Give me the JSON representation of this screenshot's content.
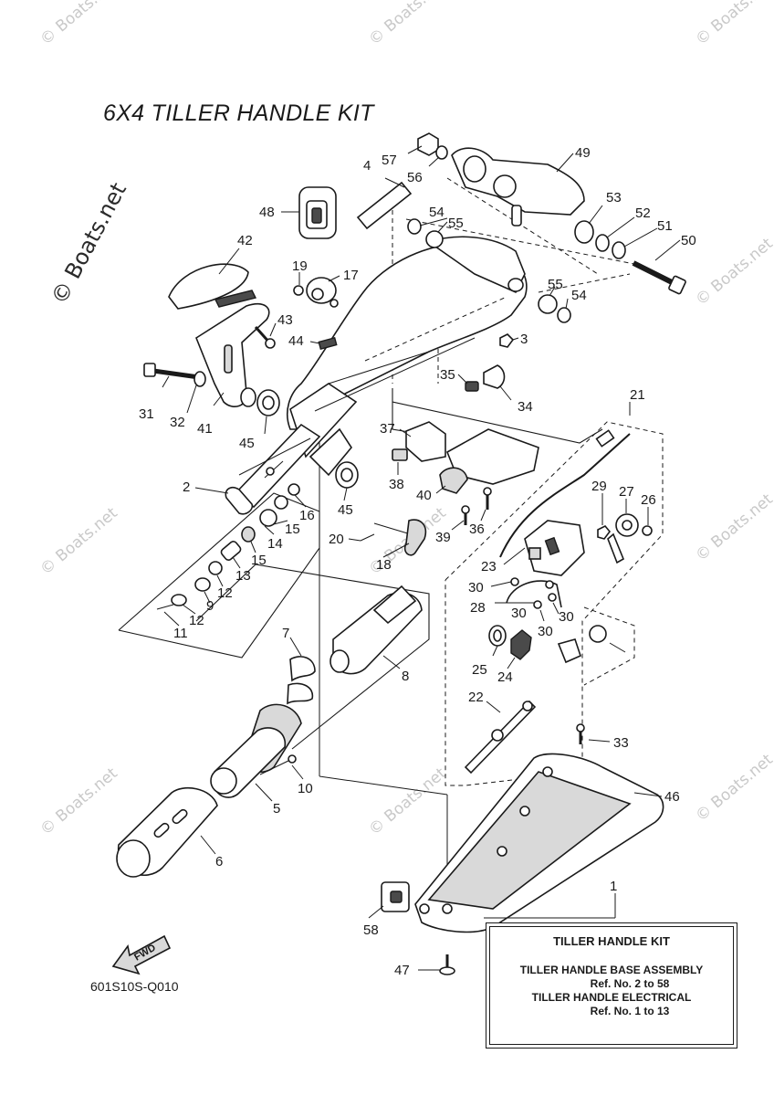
{
  "diagram": {
    "title": "6X4 TILLER HANDLE KIT",
    "code": "601S10S-Q010",
    "watermark": "© Boats.net",
    "fwd_label": "FWD"
  },
  "kit_box": {
    "title": "TILLER HANDLE KIT",
    "base_assembly_title": "TILLER HANDLE BASE ASSEMBLY",
    "base_assembly_ref": "Ref. No. 2 to 58",
    "electrical_title": "TILLER HANDLE ELECTRICAL",
    "electrical_ref": "Ref. No. 1 to 13"
  },
  "callouts": [
    "1",
    "2",
    "3",
    "4",
    "5",
    "6",
    "7",
    "8",
    "9",
    "10",
    "11",
    "12",
    "12",
    "13",
    "14",
    "15",
    "15",
    "16",
    "17",
    "18",
    "19",
    "20",
    "21",
    "22",
    "23",
    "24",
    "25",
    "26",
    "27",
    "28",
    "29",
    "30",
    "30",
    "30",
    "30",
    "31",
    "32",
    "33",
    "34",
    "35",
    "36",
    "37",
    "38",
    "39",
    "40",
    "41",
    "42",
    "43",
    "44",
    "45",
    "45",
    "46",
    "47",
    "48",
    "49",
    "50",
    "51",
    "52",
    "53",
    "54",
    "54",
    "55",
    "55",
    "56",
    "57",
    "58"
  ],
  "colors": {
    "line": "#1a1a1a",
    "watermark": "#c9c9c9",
    "shade": "#d9d9d9"
  }
}
